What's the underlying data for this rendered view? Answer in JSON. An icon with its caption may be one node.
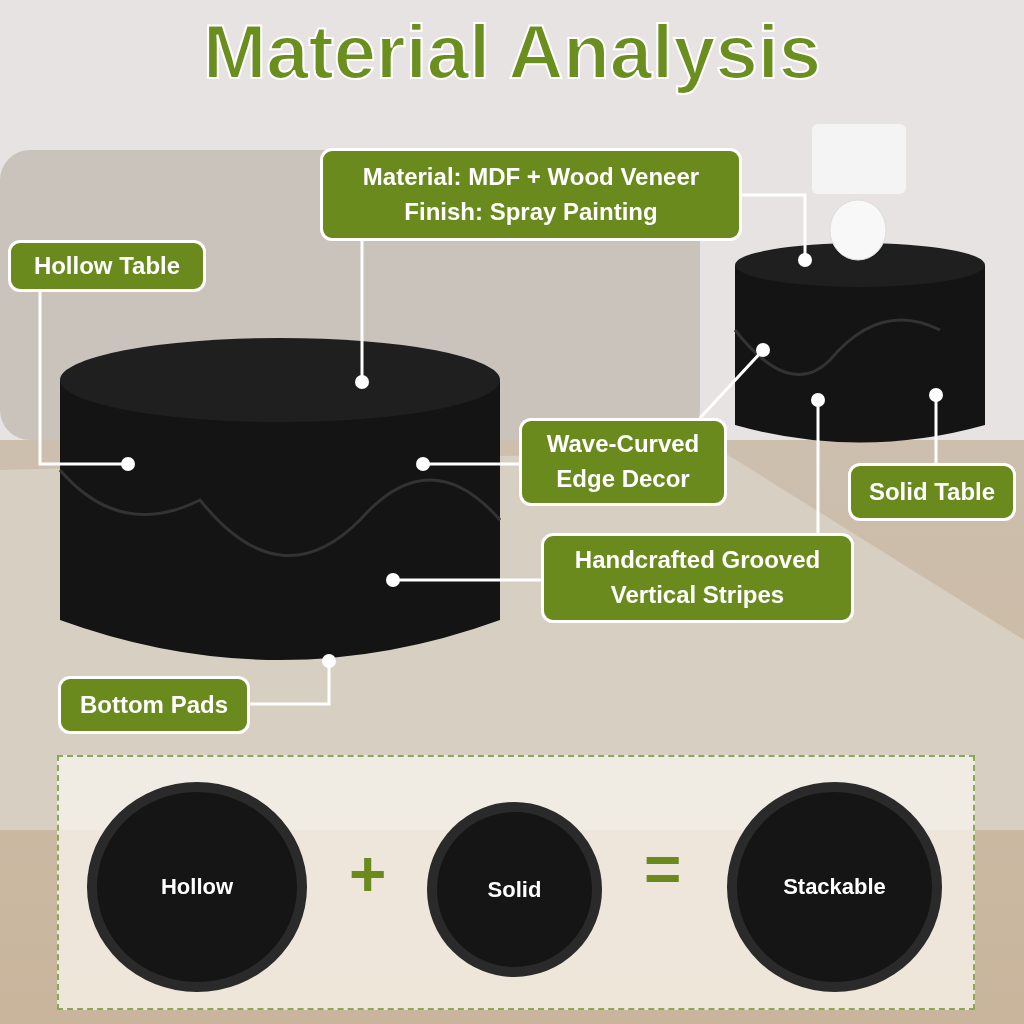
{
  "diagram": {
    "title": "Material Analysis",
    "nodes": [
      {
        "text": [
          "Material: MDF + Wood Veneer",
          "Finish: Spray Painting"
        ]
      },
      {
        "text": [
          "Hollow Table"
        ]
      },
      {
        "text": [
          "Wave-Curved Edge Decor"
        ]
      },
      {
        "text": [
          "Solid Table"
        ]
      },
      {
        "text": [
          "Handcrafted Grooved Vertical Stripes"
        ]
      },
      {
        "text": [
          "Bottom Pads"
        ]
      },
      {
        "text": [],
        "shape": "box"
      },
      {
        "text": [
          "Hollow"
        ],
        "in": 6
      },
      {
        "text": [
          "Solid"
        ],
        "in": 6
      },
      {
        "text": [
          "Stackable"
        ],
        "in": 6
      },
      {
        "text": [],
        "shape": "picture"
      },
      {
        "text": [],
        "shape": "picture"
      }
    ],
    "edges": [
      {
        "from": 0,
        "to": 10,
        "arrow": "other"
      },
      {
        "from": 0,
        "to": 11,
        "arrow": "other"
      },
      {
        "from": 1,
        "to": 10,
        "arrow": "other"
      },
      {
        "from": 2,
        "to": 10,
        "arrow": "other"
      },
      {
        "from": 2,
        "to": 11,
        "arrow": "other"
      },
      {
        "from": 3,
        "to": 11,
        "arrow": "other"
      },
      {
        "from": 4,
        "to": 10,
        "arrow": "other"
      },
      {
        "from": 4,
        "to": 11,
        "arrow": "other"
      },
      {
        "from": 5,
        "to": 10,
        "arrow": "other"
      }
    ],
    "labels": [
      "+",
      "="
    ]
  }
}
